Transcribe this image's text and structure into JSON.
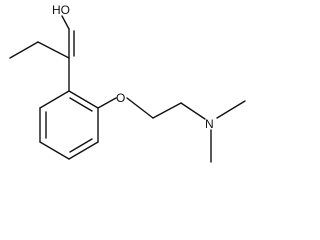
{
  "molecule": {
    "atoms": {
      "oxime_hydroxyl": "HO",
      "ether_oxygen": "O",
      "amine_nitrogen": "N"
    }
  },
  "colors": {
    "bond": "#111111",
    "background": "#ffffff"
  }
}
